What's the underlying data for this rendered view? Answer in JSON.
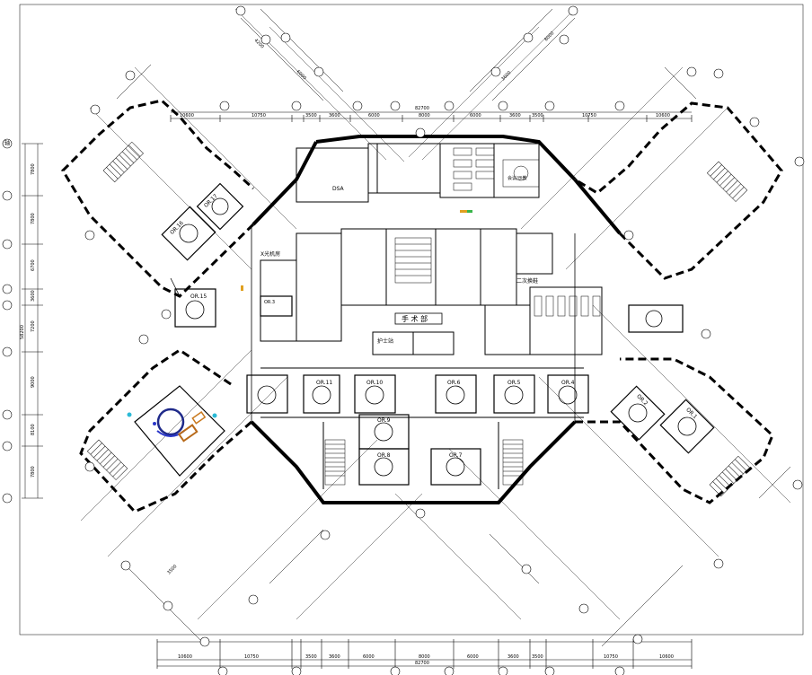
{
  "drawing": {
    "dept_title": "手 术 部",
    "overall_dim_top": "82700",
    "overall_dim_bottom": "82700",
    "top_dims": [
      "10600",
      "10750",
      "3500",
      "3600",
      "6000",
      "8000",
      "6000",
      "3600",
      "3500",
      "10750",
      "10600"
    ],
    "bottom_dims": [
      "10600",
      "10750",
      "3500",
      "3600",
      "6000",
      "8000",
      "6000",
      "3600",
      "3500",
      "10750",
      "10600"
    ],
    "left_dims": [
      "7800",
      "7800",
      "6700",
      "3600",
      "7200",
      "9000",
      "8100",
      "7800"
    ],
    "left_total": "58200",
    "diag_dims": [
      "4200",
      "6000",
      "8000",
      "3600",
      "3500"
    ],
    "rooms": {
      "or": [
        "OR.1",
        "OR.2",
        "OR.3",
        "OR.4",
        "OR.5",
        "OR.6",
        "OR.7",
        "OR.8",
        "OR.9",
        "OR.10",
        "OR.11",
        "OR.15",
        "OR.16",
        "OR.17"
      ],
      "dsa": "DSA",
      "xray": "X光机房",
      "mid_label": "二次换鞋",
      "nurse": "护士站",
      "meeting": "会议/示教"
    },
    "axis_marker": "轴"
  }
}
